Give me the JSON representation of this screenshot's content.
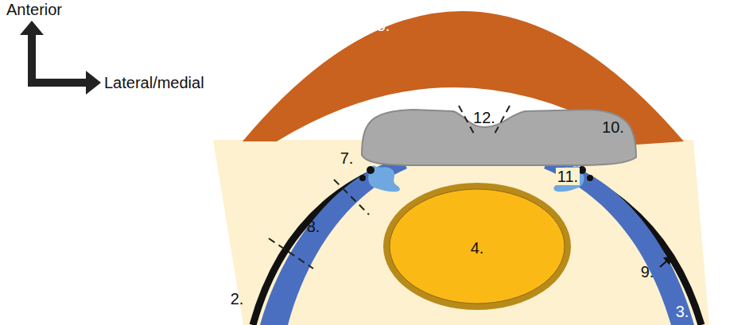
{
  "diagram": {
    "labels": [
      "Anterior",
      "Lateral/medial",
      "5.",
      "12.",
      "10.",
      "7.",
      "11.",
      "8.",
      "4.",
      "9.",
      "2.",
      "3."
    ]
  }
}
